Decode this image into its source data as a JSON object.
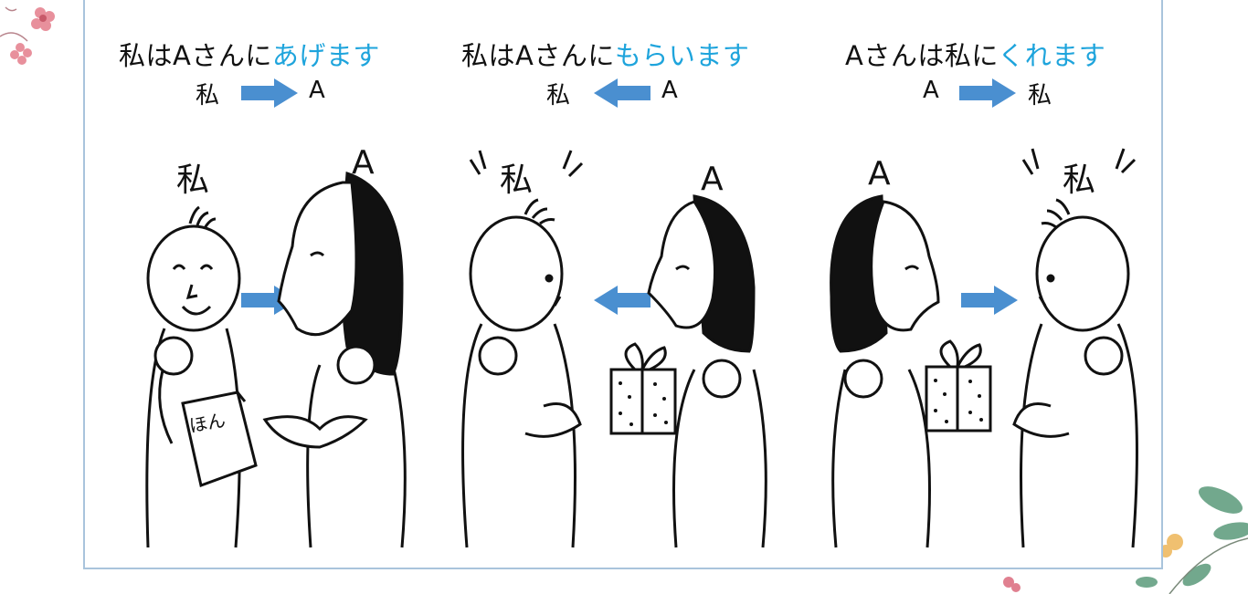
{
  "colors": {
    "accent_blue": "#1ea4dc",
    "arrow_blue": "#4a8fd0",
    "frame_border": "#a9c4dc",
    "flower_pink": "#e07080",
    "leaf_green": "#5a9a7a"
  },
  "panels": [
    {
      "headline_prefix": "私はAさんに",
      "headline_verb": "あげます",
      "dir_left": "私",
      "dir_right": "A",
      "arrow_direction": "right",
      "label_left": "私",
      "label_right": "A",
      "book_text": "ほん"
    },
    {
      "headline_prefix": "私はAさんに",
      "headline_verb": "もらいます",
      "dir_left": "私",
      "dir_right": "A",
      "arrow_direction": "left",
      "label_left": "私",
      "label_right": "A"
    },
    {
      "headline_prefix": "Aさんは私に",
      "headline_verb": "くれます",
      "dir_left": "A",
      "dir_right": "私",
      "arrow_direction": "right",
      "label_left": "A",
      "label_right": "私"
    }
  ]
}
